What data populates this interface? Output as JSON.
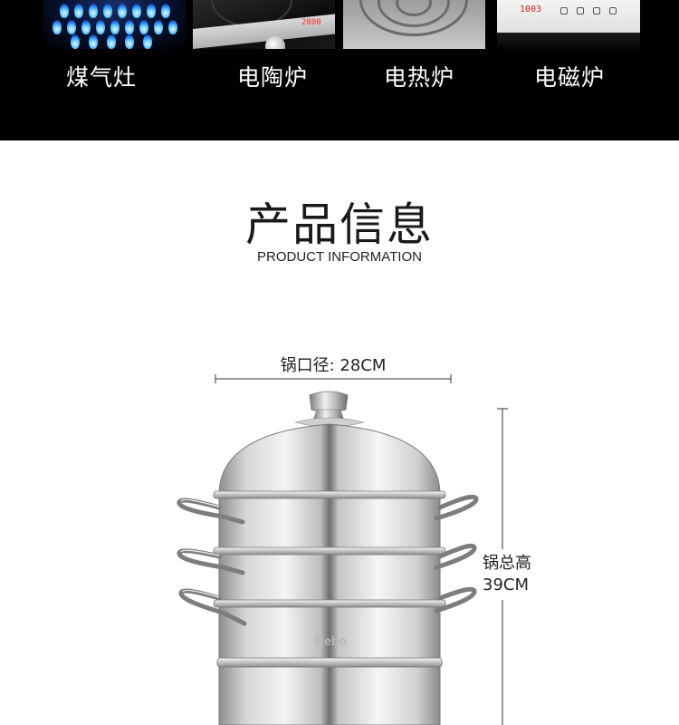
{
  "stoves": [
    {
      "label": "煤气灶",
      "icon": "gas-burner-photo"
    },
    {
      "label": "电陶炉",
      "icon": "ceramic-hob-photo"
    },
    {
      "label": "电热炉",
      "icon": "electric-coil-photo"
    },
    {
      "label": "电磁炉",
      "icon": "induction-cooker-photo"
    }
  ],
  "stove_readouts": {
    "ceramic": "2800",
    "induction": "1003"
  },
  "section": {
    "title_cn": "产品信息",
    "title_en": "PRODUCT INFORMATION"
  },
  "dimensions": {
    "diameter_label": "锅口径: 28CM",
    "height_label_cn": "锅总高",
    "height_value": "39CM"
  },
  "product": {
    "brand_mark": "Debo",
    "image": "stainless-steel-three-tier-steamer-pot"
  },
  "colors": {
    "band_background": "#000000",
    "page_background": "#ffffff",
    "text_dark": "#222222"
  }
}
